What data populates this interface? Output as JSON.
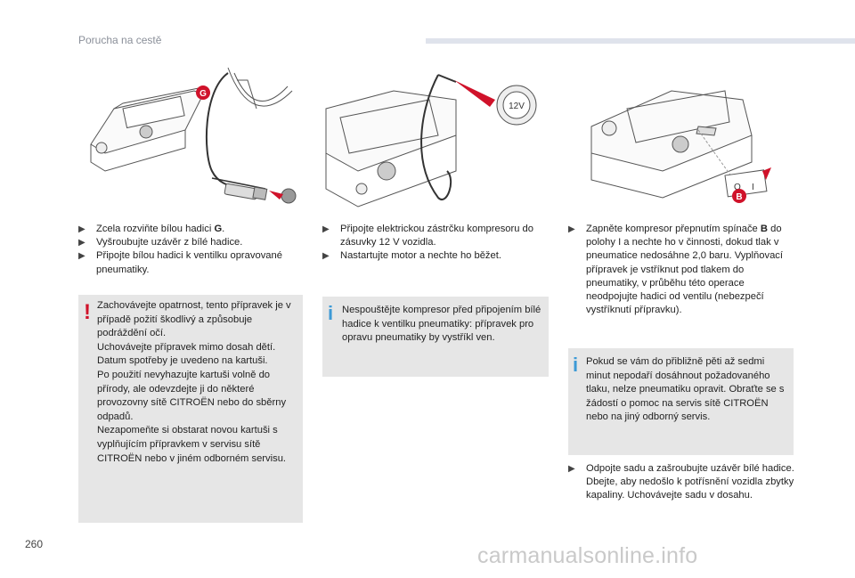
{
  "header": {
    "title": "Porucha na cestě"
  },
  "page_number": "260",
  "watermark": "carmanualsonline.info",
  "illustrations": {
    "left": {
      "callout": "G"
    },
    "middle": {
      "callout": "12V"
    },
    "right": {
      "callout": "B",
      "switch_labels": [
        "O",
        "I"
      ]
    }
  },
  "column1": {
    "bullets": [
      {
        "text": "Zcela rozviňte bílou hadici ",
        "bold": "G",
        "tail": "."
      },
      {
        "text": "Vyšroubujte uzávěr z bílé hadice."
      },
      {
        "text": "Připojte bílou hadici k ventilku opravované pneumatiky."
      }
    ],
    "warning": "Zachovávejte opatrnost, tento přípravek je v případě požití škodlivý a způsobuje podráždění očí.\nUchovávejte přípravek mimo dosah dětí.\nDatum spotřeby je uvedeno na kartuši.\nPo použití nevyhazujte kartuši volně do přírody, ale odevzdejte ji do některé provozovny sítě CITROËN nebo do sběrny odpadů.\nNezapomeňte si obstarat novou kartuši s vyplňujícím přípravkem v servisu sítě CITROËN nebo v jiném odborném servisu."
  },
  "column2": {
    "bullets": [
      {
        "text": "Připojte elektrickou zástrčku kompresoru do zásuvky 12 V vozidla."
      },
      {
        "text": "Nastartujte motor a nechte ho běžet."
      }
    ],
    "info": "Nespouštějte kompresor před připojením bílé hadice k ventilku pneumatiky: přípravek pro opravu pneumatiky by vystříkl ven."
  },
  "column3": {
    "bullets": [
      {
        "text": "Zapněte kompresor přepnutím spínače ",
        "bold": "B",
        "tail": " do polohy I a nechte ho v činnosti, dokud tlak v pneumatice nedosáhne 2,0 baru. Vyplňovací přípravek je vstříknut pod tlakem do pneumatiky, v průběhu této operace neodpojujte hadici od ventilu (nebezpečí vystříknutí přípravku)."
      }
    ],
    "info": "Pokud se vám do přibližně pěti až sedmi minut nepodaří dosáhnout požadovaného tlaku, nelze pneumatiku opravit. Obraťte se s žádostí o pomoc na servis sítě CITROËN nebo na jiný odborný servis.",
    "final_bullet": {
      "text": "Odpojte sadu a zašroubujte uzávěr bílé hadice. Dbejte, aby nedošlo k potřísnění vozidla zbytky kapaliny. Uchovávejte sadu v dosahu."
    }
  },
  "colors": {
    "accent_red": "#d0122a",
    "info_blue": "#3d9ad6",
    "note_bg": "#e6e6e6",
    "header_bar": "#dfe3ec"
  },
  "icons": {
    "bullet": "bullet-arrow-icon",
    "warning": "warning-exclamation-icon",
    "info": "info-i-icon"
  }
}
